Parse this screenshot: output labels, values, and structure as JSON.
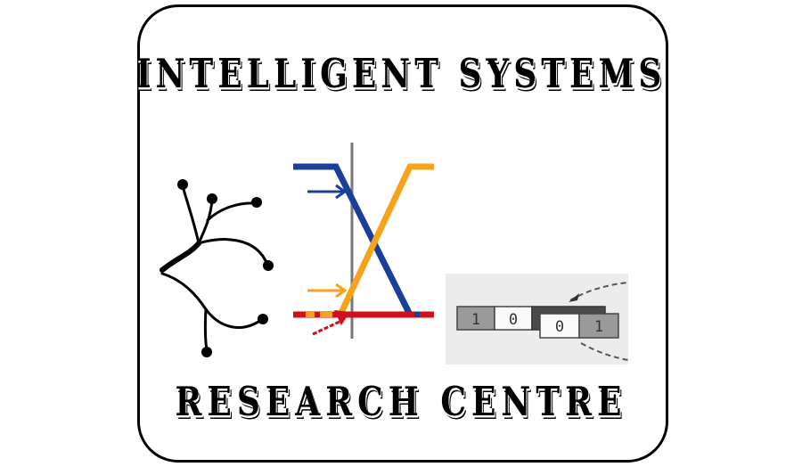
{
  "logo": {
    "title_top": "INTELLIGENT SYSTEMS",
    "title_bottom": "RESEARCH CENTRE",
    "border_color": "#000000",
    "background": "#ffffff"
  },
  "graphics": {
    "neural_tree": {
      "icon": "neural-network-tree-icon",
      "color": "#000000"
    },
    "fuzzy_membership": {
      "icon": "fuzzy-logic-membership-icon",
      "colors": {
        "decreasing": "#1a3f9a",
        "increasing": "#f7a21b",
        "baseline": "#d0101a",
        "cursor": "#777777"
      }
    },
    "genetic_crossover": {
      "icon": "genetic-crossover-icon",
      "bits_left": [
        "1",
        "0"
      ],
      "bits_right": [
        "0",
        "1"
      ]
    }
  }
}
